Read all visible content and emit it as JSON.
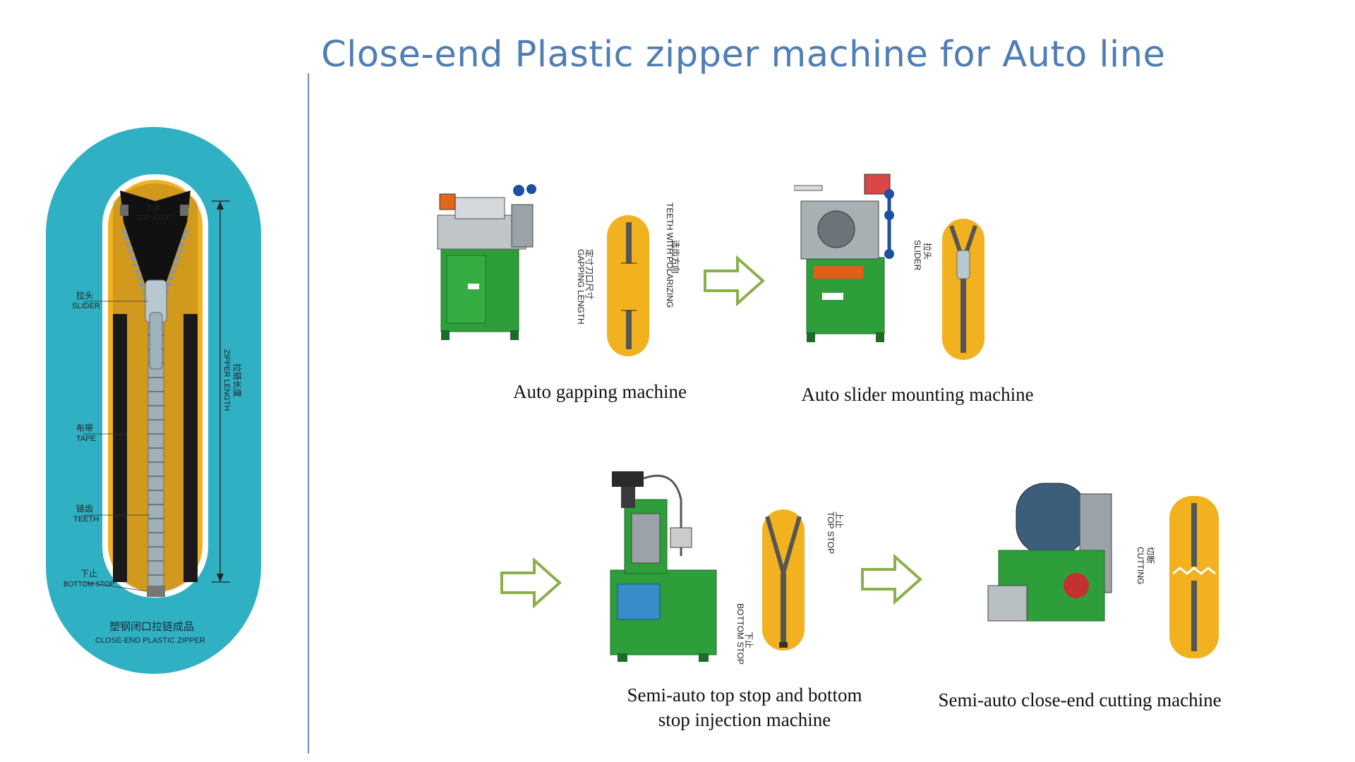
{
  "title": "Close-end Plastic zipper machine for Auto line",
  "diagram": {
    "top_stop_cn": "上止",
    "top_stop_en": "TOP STOP",
    "slider_cn": "拉头",
    "slider_en": "SLIDER",
    "tape_cn": "布带",
    "tape_en": "TAPE",
    "teeth_cn": "链齿",
    "teeth_en": "TEETH",
    "bottom_stop_cn": "下止",
    "bottom_stop_en": "BOTTOM STOP",
    "length_cn": "拉链长度",
    "length_en": "ZIPPER LENGTH",
    "product_cn": "塑钢闭口拉链成品",
    "product_en": "CLOSE-END PLASTIC ZIPPER"
  },
  "machines": [
    {
      "caption": "Auto gapping machine",
      "label_a_cn": "选齿方向",
      "label_a_en": "TEETH WITH POLARIZING",
      "label_b_cn": "定寸刀口尺寸",
      "label_b_en": "GAPPING LENGTH"
    },
    {
      "caption": "Auto slider mounting machine",
      "label_a_cn": "拉头",
      "label_a_en": "SLIDER"
    },
    {
      "caption_line1": "Semi-auto top stop and bottom",
      "caption_line2": "stop injection machine",
      "label_a_cn": "上止",
      "label_a_en": "TOP STOP",
      "label_b_cn": "下止",
      "label_b_en": "BOTTOM STOP"
    },
    {
      "caption": "Semi-auto close-end cutting machine",
      "label_a_cn": "切断",
      "label_a_en": "CUTTING"
    }
  ],
  "colors": {
    "title": "#4f7db5",
    "diagram_bg": "#2fb0c3",
    "tape": "#f2b21f",
    "machine_green": "#2e9e3a",
    "arrow": "#8bb04a"
  }
}
